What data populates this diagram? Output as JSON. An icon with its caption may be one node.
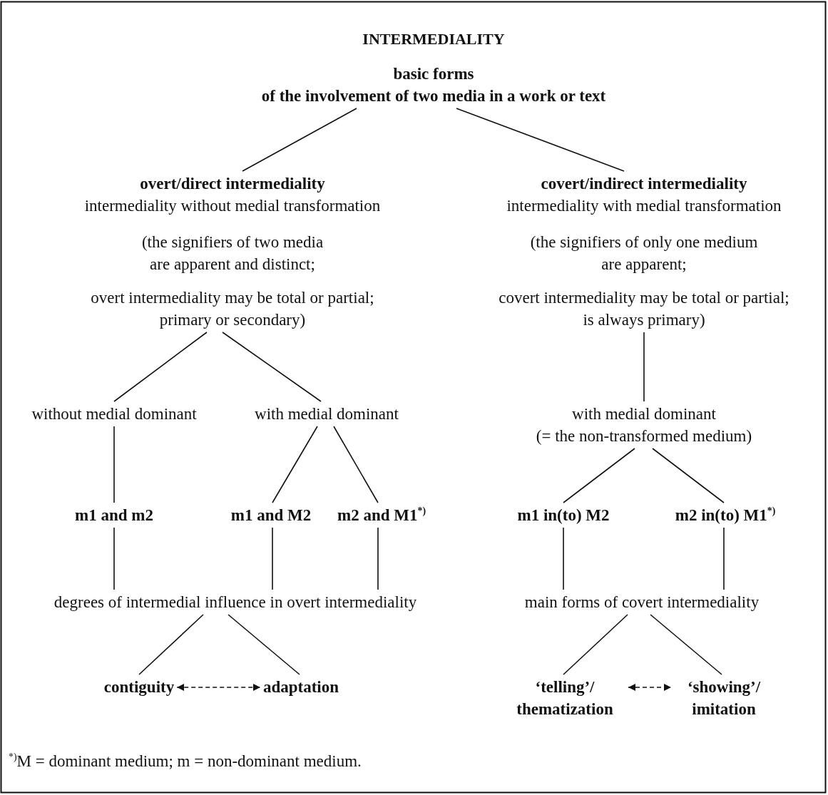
{
  "diagram": {
    "title": "INTERMEDIALITY",
    "nodes": [
      {
        "text": [
          "basic forms",
          "of the involvement of two media in a work or text"
        ]
      },
      {
        "text": [
          "overt/direct intermediality",
          "intermediality without medial transformation",
          "(the signifiers of two media are apparent and distinct;",
          "overt intermediality may be total or partial; primary or secondary)"
        ]
      },
      {
        "text": [
          "covert/indirect intermediality",
          "intermediality with medial transformation",
          "(the signifiers of only one medium are apparent;",
          "covert intermediality may be total or partial; is always primary)"
        ]
      },
      {
        "text": [
          "without medial dominant"
        ]
      },
      {
        "text": [
          "with medial dominant"
        ]
      },
      {
        "text": [
          "with medial dominant",
          "(= the non-transformed medium)"
        ]
      },
      {
        "text": [
          "m1 and m2"
        ]
      },
      {
        "text": [
          "m1 and M2"
        ]
      },
      {
        "text": [
          "m2 and M1$^{*)}$"
        ]
      },
      {
        "text": [
          "m1 in(to) M2"
        ]
      },
      {
        "text": [
          "m2 in(to) M1$^{*)}$"
        ]
      },
      {
        "text": [
          "degrees of intermedial influence in overt intermediality"
        ]
      },
      {
        "text": [
          "main forms of covert intermediality"
        ]
      },
      {
        "text": [
          "contiguity"
        ]
      },
      {
        "text": [
          "adaptation"
        ]
      },
      {
        "text": [
          "‘telling’/ thematization"
        ]
      },
      {
        "text": [
          "‘showing’/ imitation"
        ]
      }
    ],
    "edges": [
      {
        "from": 0,
        "to": 1,
        "arrow": "none"
      },
      {
        "from": 0,
        "to": 2,
        "arrow": "none"
      },
      {
        "from": 1,
        "to": 3,
        "arrow": "none"
      },
      {
        "from": 1,
        "to": 4,
        "arrow": "none"
      },
      {
        "from": 2,
        "to": 5,
        "arrow": "none"
      },
      {
        "from": 3,
        "to": 6,
        "arrow": "none"
      },
      {
        "from": 4,
        "to": 7,
        "arrow": "none"
      },
      {
        "from": 4,
        "to": 8,
        "arrow": "none"
      },
      {
        "from": 5,
        "to": 9,
        "arrow": "none"
      },
      {
        "from": 5,
        "to": 10,
        "arrow": "none"
      },
      {
        "from": 6,
        "to": 11,
        "arrow": "none"
      },
      {
        "from": 7,
        "to": 11,
        "arrow": "none"
      },
      {
        "from": 8,
        "to": 11,
        "arrow": "none"
      },
      {
        "from": 9,
        "to": 12,
        "arrow": "none"
      },
      {
        "from": 10,
        "to": 12,
        "arrow": "none"
      },
      {
        "from": 11,
        "to": 13,
        "arrow": "none"
      },
      {
        "from": 11,
        "to": 14,
        "arrow": "none"
      },
      {
        "from": 12,
        "to": 15,
        "arrow": "none"
      },
      {
        "from": 12,
        "to": 16,
        "arrow": "none"
      },
      {
        "from": 13,
        "to": 14,
        "arrow": "both",
        "style": "dashed"
      },
      {
        "from": 15,
        "to": 16,
        "arrow": "both",
        "style": "dashed"
      }
    ],
    "labels": [
      "$^{*)}$M = dominant medium; m = non-dominant medium."
    ]
  }
}
